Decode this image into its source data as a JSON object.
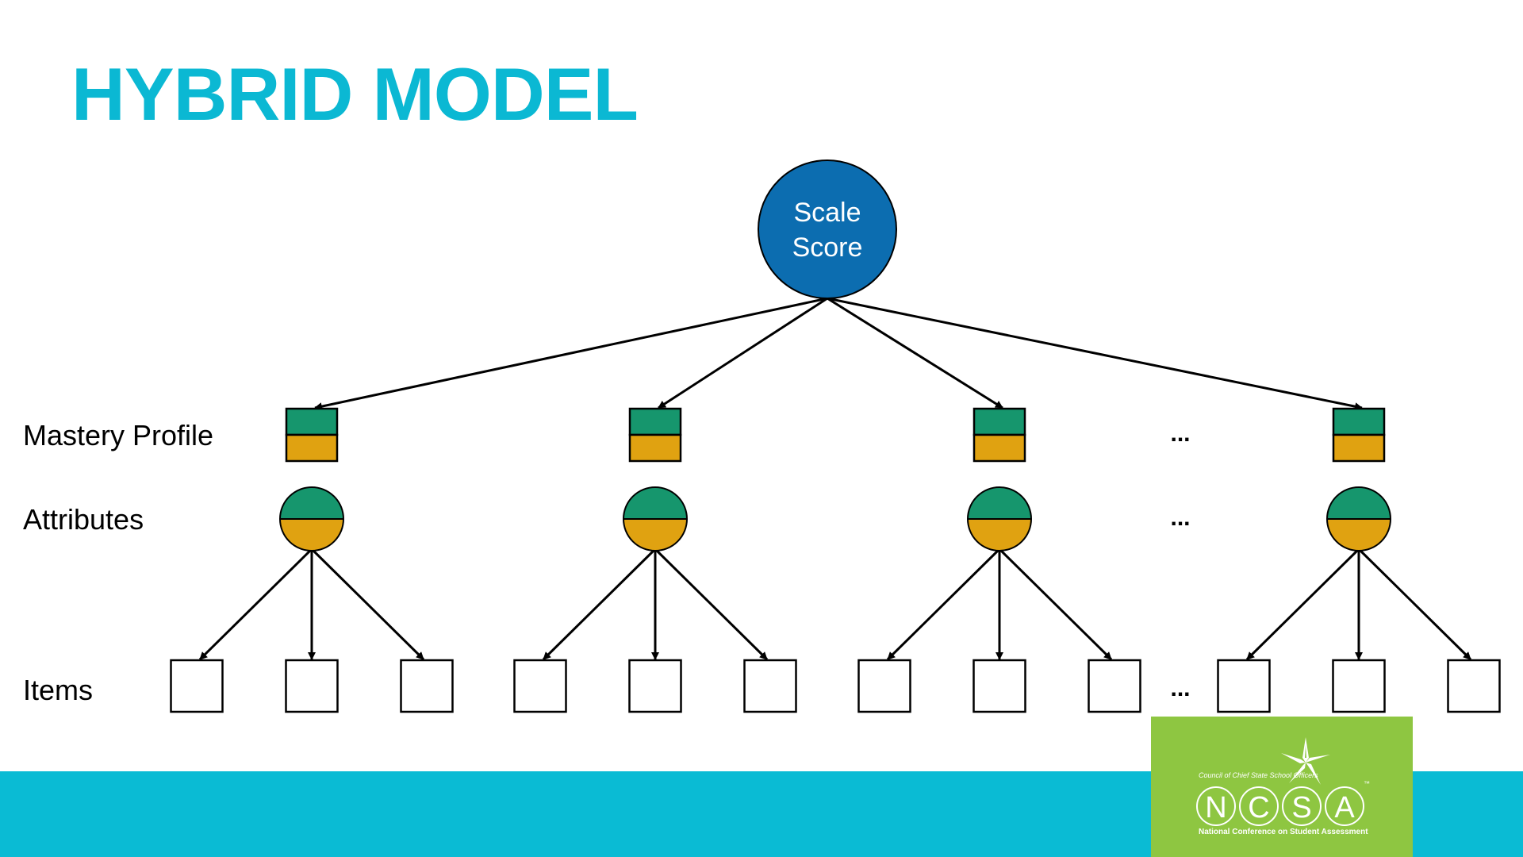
{
  "slide": {
    "title": "HYBRID MODEL"
  },
  "colors": {
    "title": "#0bb8d3",
    "band": "#0abbd4",
    "logo_bg": "#8ec641",
    "scale_node": "#0c6db0",
    "mastery_top": "#16966d",
    "mastery_bottom": "#e0a211",
    "line": "#000000"
  },
  "labels": {
    "mastery_profile": "Mastery Profile",
    "attributes": "Attributes",
    "items": "Items"
  },
  "diagram": {
    "root": {
      "line1": "Scale",
      "line2": "Score"
    },
    "groups": 4,
    "items_per_group": 3,
    "ellipsis": "..."
  },
  "logo": {
    "small_text": "Council of Chief State School Officers",
    "letters": [
      "N",
      "C",
      "S",
      "A"
    ],
    "trademark": "™",
    "full_name": "National Conference on Student Assessment"
  }
}
